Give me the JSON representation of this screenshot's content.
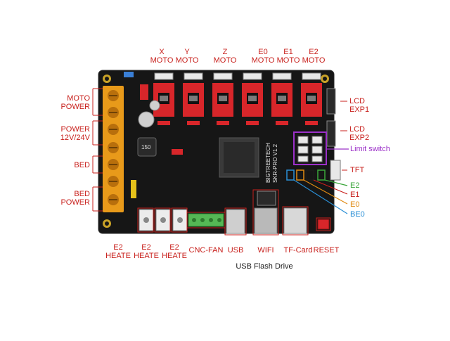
{
  "labels": {
    "x_moto": [
      "X",
      "MOTO"
    ],
    "y_moto": [
      "Y",
      "MOTO"
    ],
    "z_moto": [
      "Z",
      "MOTO"
    ],
    "e0_moto": [
      "E0",
      "MOTO"
    ],
    "e1_moto": [
      "E1",
      "MOTO"
    ],
    "e2_moto": [
      "E2",
      "MOTO"
    ],
    "moto_power": [
      "MOTO",
      "POWER"
    ],
    "power": [
      "POWER",
      "12V/24V"
    ],
    "bed": "BED",
    "bed_power": [
      "BED",
      "POWER"
    ],
    "lcd_exp1": [
      "LCD",
      "EXP1"
    ],
    "lcd_exp2": [
      "LCD",
      "EXP2"
    ],
    "limit_switch": "Limit switch",
    "tft": "TFT",
    "e2": "E2",
    "e1": "E1",
    "e0": "E0",
    "be0": "BE0",
    "e2_heate_1": [
      "E2",
      "HEATE"
    ],
    "e2_heate_2": [
      "E2",
      "HEATE"
    ],
    "e2_heate_3": [
      "E2",
      "HEATE"
    ],
    "cnc_fan": "CNC-FAN",
    "usb": "USB",
    "wifi": "WIFI",
    "tf_card": "TF-Card",
    "reset": "RESET",
    "usb_flash_drive": "USB Flash Drive"
  },
  "board": {
    "brand": "BIGTREETECH",
    "model": "SKR-PRO V1.2",
    "inductor_value": "150"
  },
  "colors": {
    "label_red": "#c8201c",
    "board": "#161616",
    "driver_red": "#d8262a",
    "terminal_orange": "#e89a1a",
    "limit_purple": "#9b30c8",
    "e2_green": "#3aa63a",
    "e0_orange": "#e08a12",
    "be0_blue": "#2a8fd6"
  }
}
